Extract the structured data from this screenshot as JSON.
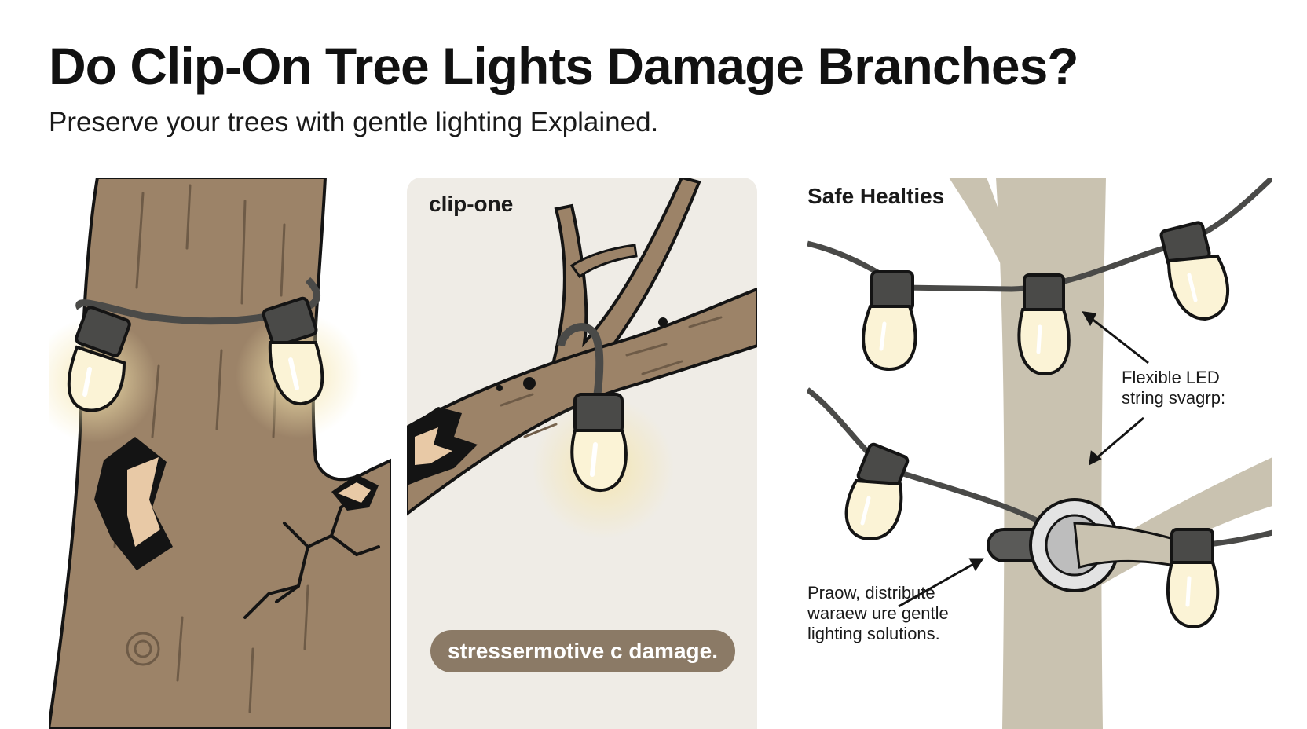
{
  "header": {
    "title": "Do Clip-On Tree Lights Damage Branches?",
    "subtitle": "Preserve your trees with gentle lighting Explained."
  },
  "panels": {
    "clip": {
      "label": "clip-one",
      "callout": "stressermotive c damage."
    },
    "safe": {
      "label": "Safe Healties",
      "annotation_led": [
        "Flexible LED",
        "string svagrp:"
      ],
      "annotation_distribute": [
        "Praow, distribute",
        "waraew ure gentle",
        "lighting solutions."
      ]
    }
  },
  "colors": {
    "bark": "#9c8368",
    "bark_dark": "#7f6a53",
    "outline": "#141414",
    "socket": "#4a4a48",
    "bulb": "#fbf3d6",
    "glow": "#f5e6b0",
    "pale_trunk": "#c9c2b0",
    "panel_bg": "#efece6",
    "pill": "#8b7a66"
  },
  "icons": [
    "tree-trunk",
    "clip-on-bulb",
    "branch-wound",
    "led-string",
    "mount-ring"
  ]
}
